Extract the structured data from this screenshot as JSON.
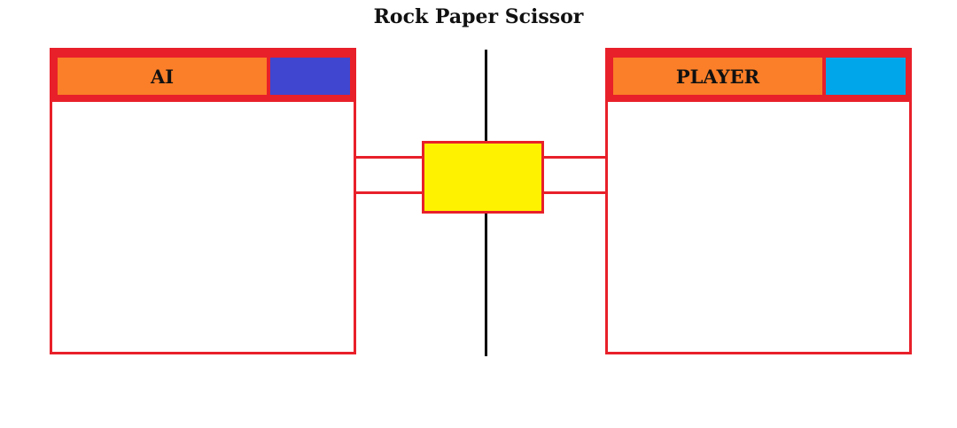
{
  "game": {
    "title": "Rock Paper Scissor"
  },
  "ai": {
    "name": "AI",
    "color": "#4046cf"
  },
  "player": {
    "name": "PLAYER",
    "color": "#00a6ea"
  },
  "colors": {
    "border": "#e8202a",
    "name_bg": "#fb7f28",
    "arena": "#fff200",
    "divider": "#000000"
  }
}
